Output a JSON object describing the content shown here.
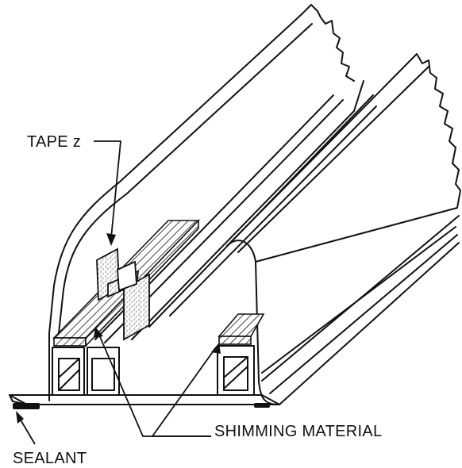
{
  "labels": {
    "tape": "TAPE z",
    "shimming": "SHIMMING MATERIAL",
    "sealant": "SEALANT"
  },
  "colors": {
    "line": "#111111",
    "background": "#ffffff"
  },
  "icons": {
    "stipple": "tape-stipple-pattern",
    "hatch": "shim-hatch-pattern"
  }
}
